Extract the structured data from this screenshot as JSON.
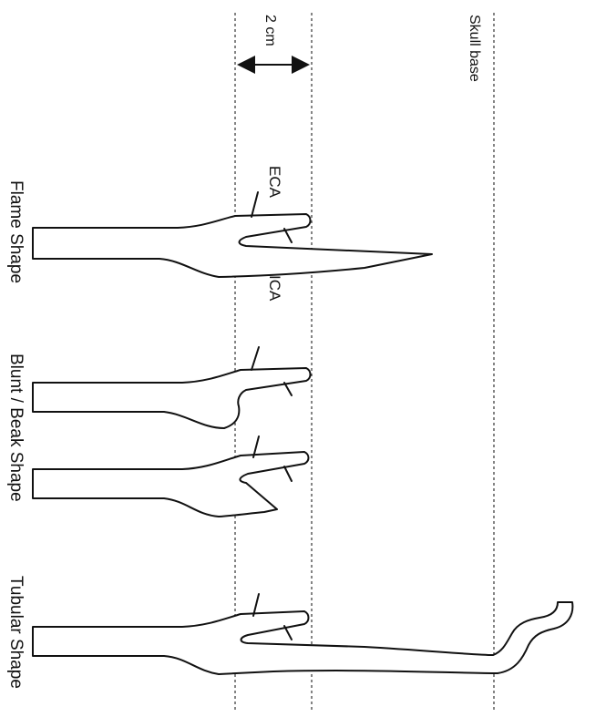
{
  "measure_label": "2 cm",
  "skull_base_label": "Skull base",
  "eca_label": "ECA",
  "ica_label": "ICA",
  "shapes": {
    "flame": "Flame Shape",
    "blunt_beak": "Blunt / Beak Shape",
    "tubular": "Tubular Shape"
  }
}
